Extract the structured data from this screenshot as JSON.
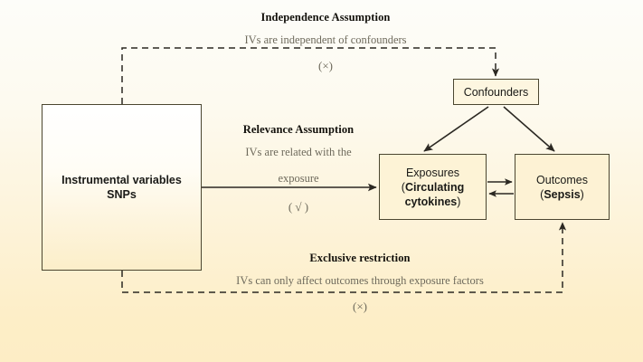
{
  "diagram": {
    "background": {
      "top_color": "#fdfdf9",
      "bottom_color": "#fdeec5"
    },
    "stroke_color": "#2b2822",
    "box_border_color": "#4b4630",
    "nodes": {
      "instrumental_variables": {
        "line1": "Instrumental variables",
        "line2": "SNPs"
      },
      "confounders": {
        "label": "Confounders"
      },
      "exposures": {
        "line1": "Exposures",
        "open_paren": "(",
        "bold1": "Circulating",
        "bold2": "cytokines",
        "close_paren": ")"
      },
      "outcomes": {
        "line1": "Outcomes",
        "open_paren": "(",
        "bold1": "Sepsis",
        "close_paren": ")"
      }
    },
    "annotations": {
      "independence": {
        "title": "Independence Assumption",
        "description": "IVs are independent of confounders",
        "mark": "(×)"
      },
      "relevance": {
        "title": "Relevance Assumption",
        "description_line1": "IVs are related with the",
        "description_line2": "exposure",
        "mark": "( √ )"
      },
      "exclusive": {
        "title": "Exclusive restriction",
        "description": "IVs can only affect outcomes through exposure factors",
        "mark": "(×)"
      }
    },
    "edges": [
      {
        "name": "iv-to-exposures",
        "style": "solid",
        "arrow": "end"
      },
      {
        "name": "iv-to-confounders",
        "style": "dashed",
        "arrow": "end"
      },
      {
        "name": "iv-to-outcomes",
        "style": "dashed",
        "arrow": "end"
      },
      {
        "name": "confounders-to-exposures",
        "style": "solid",
        "arrow": "end"
      },
      {
        "name": "confounders-to-outcomes",
        "style": "solid",
        "arrow": "end"
      },
      {
        "name": "exposures-to-outcomes",
        "style": "solid",
        "arrow": "end"
      },
      {
        "name": "outcomes-to-exposures",
        "style": "solid",
        "arrow": "end"
      }
    ]
  }
}
